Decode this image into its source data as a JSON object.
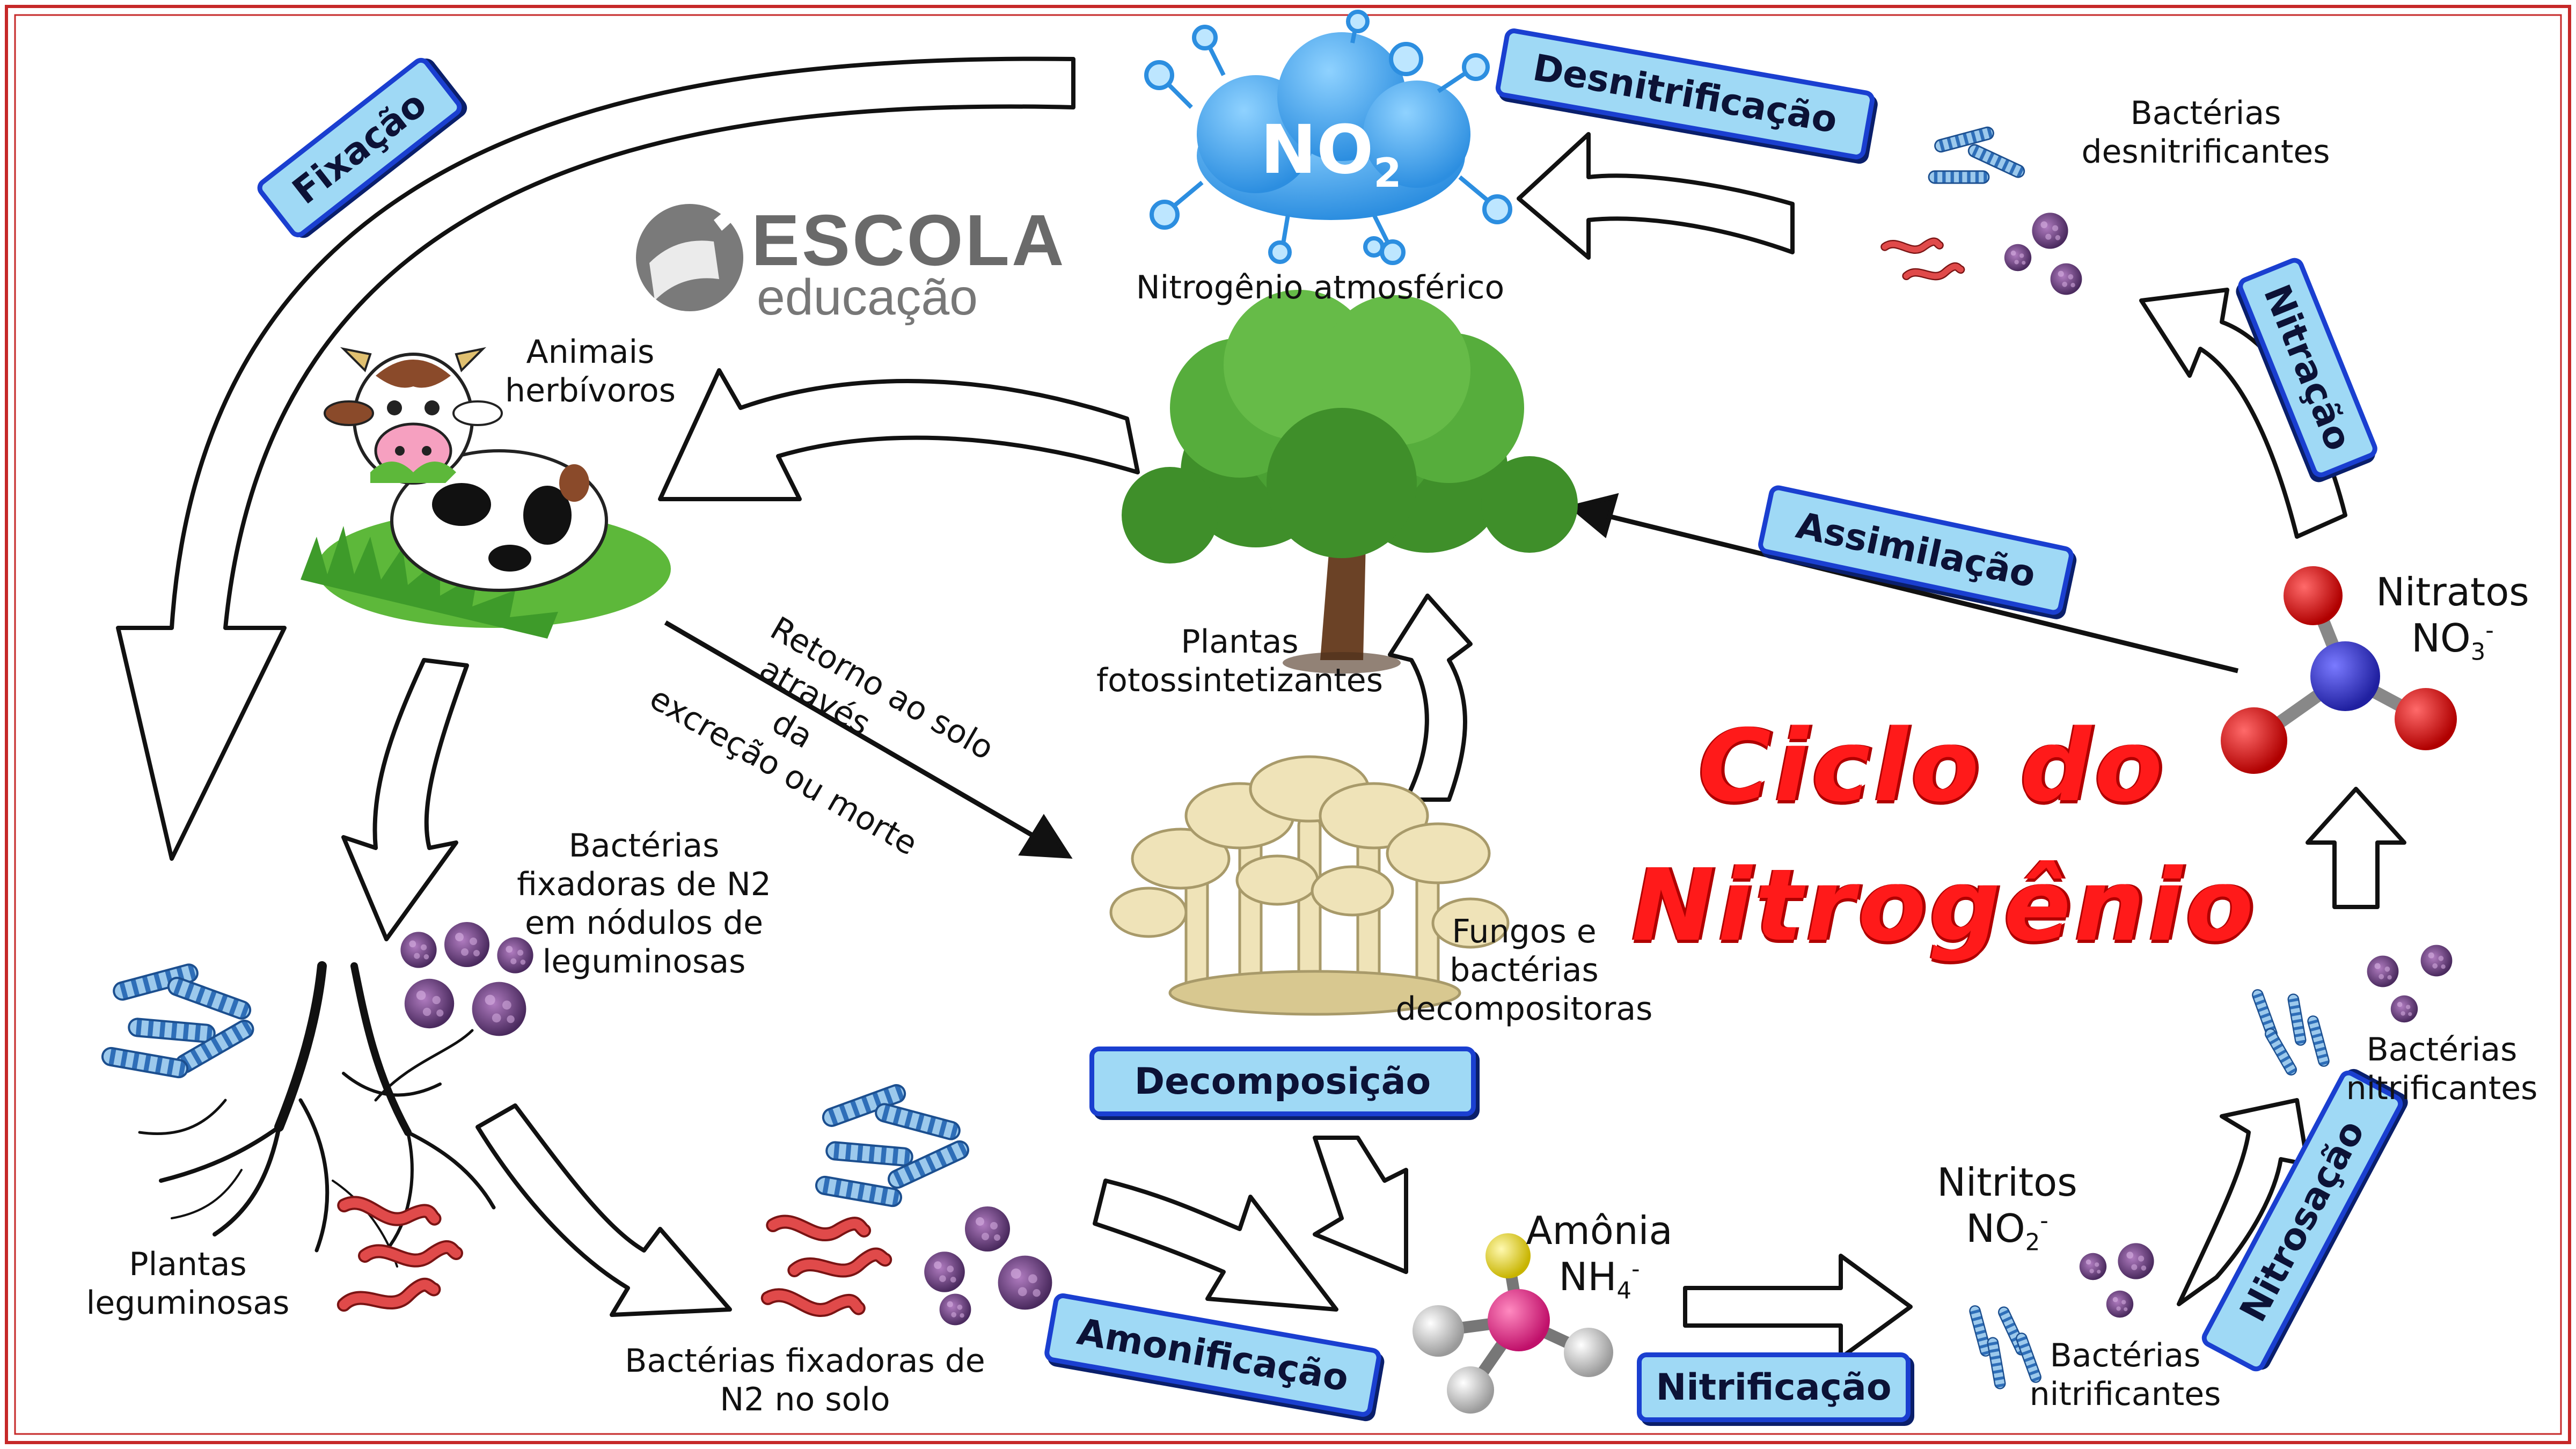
{
  "title_line1": "Ciclo do",
  "title_line2": "Nitrogênio",
  "logo": {
    "word1": "ESCOLA",
    "word2": "educação"
  },
  "processes": {
    "fixacao": "Fixação",
    "desnitrificacao": "Desnitrificação",
    "nitracao": "Nitração",
    "assimilacao": "Assimilação",
    "decomposicao": "Decomposição",
    "amonificacao": "Amonificação",
    "nitrificacao": "Nitrificação",
    "nitrosacao": "Nitrosação"
  },
  "labels": {
    "nitrogenio_atmosferico": "Nitrogênio atmosférico",
    "bacterias_desnitrificantes": "Bactérias\ndesnitrificantes",
    "animais_herbivoros": "Animais\nherbívoros",
    "plantas_fotossintetizantes": "Plantas\nfotossintetizantes",
    "retorno_line1": "Retorno ao solo",
    "retorno_line2": "através",
    "retorno_line3": "da",
    "retorno_line4": "excreção ou morte",
    "bacterias_fixadoras_nodulos": "Bactérias\nfixadoras de N2\nem nódulos de\nleguminosas",
    "plantas_leguminosas": "Plantas\nleguminosas",
    "bacterias_fixadoras_solo": "Bactérias fixadoras de\nN2 no solo",
    "fungos_bacterias": "Fungos e\nbactérias\ndecompositoras",
    "bacterias_nitrificantes_1": "Bactérias\nnitrificantes",
    "bacterias_nitrificantes_2": "Bactérias\nnitrificantes"
  },
  "chemicals": {
    "no2_cloud": {
      "base": "NO",
      "sub": "2"
    },
    "nitratos": {
      "name": "Nitratos",
      "base": "NO",
      "sub": "3",
      "sup": "-"
    },
    "nitritos": {
      "name": "Nitritos",
      "base": "NO",
      "sub": "2",
      "sup": "-"
    },
    "amonia": {
      "name": "Amônia",
      "base": "NH",
      "sub": "4",
      "sup": "-"
    }
  },
  "colors": {
    "title_red": "#ff1a1a",
    "tag_fill": "#9fd9f5",
    "tag_border": "#1a3fd0",
    "cloud_blue": "#3aa6ee",
    "nitrogen_blue": "#3b3bd8",
    "oxygen_red": "#e01818",
    "tree_green": "#3a8a2a",
    "mushroom": "#efe3b8",
    "purple_bacteria": "#7a4a8a",
    "blue_bacteria": "#4a8fd0",
    "red_bacteria": "#d83a3a"
  }
}
